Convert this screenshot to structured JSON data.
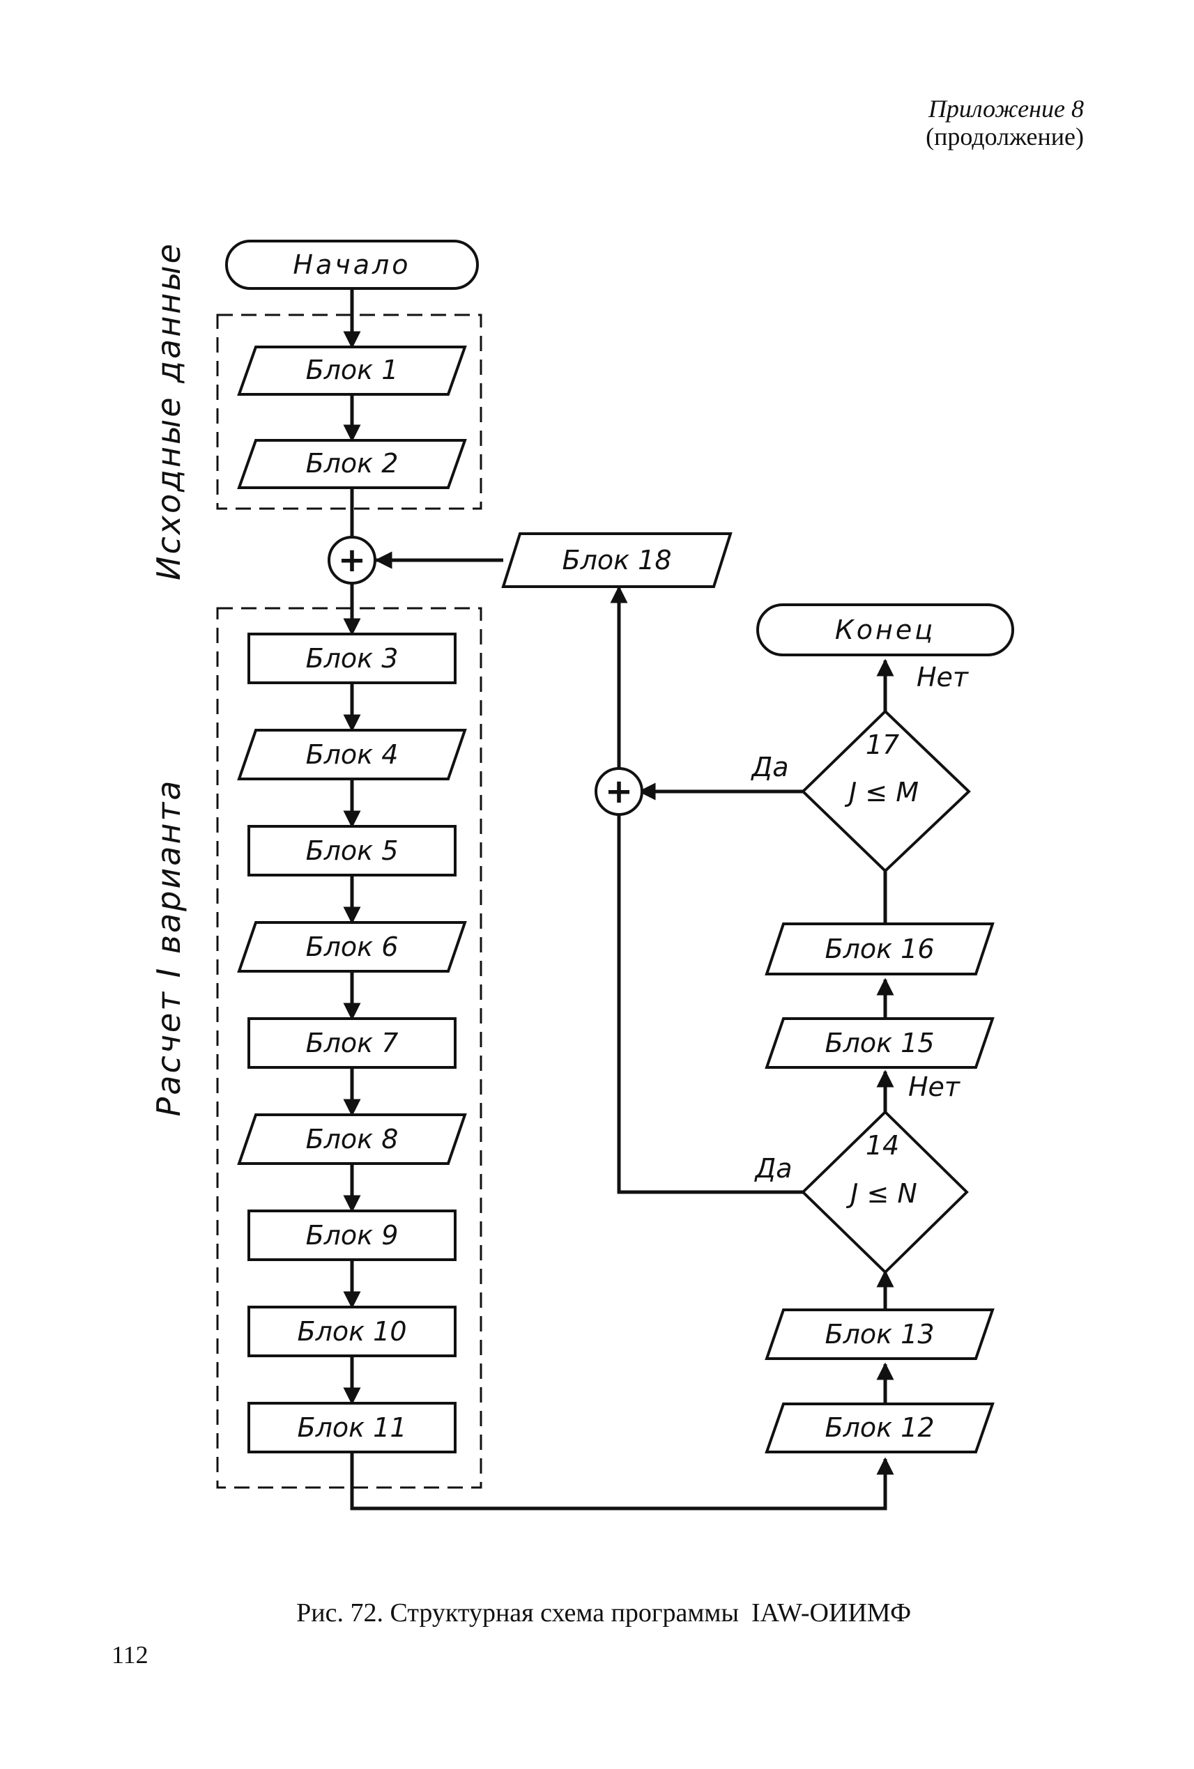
{
  "header": {
    "appendix": "Приложение 8",
    "continued": "(продолжение)"
  },
  "groups": {
    "input_data": "Исходные данные",
    "calc_variant": "Расчет I варианта"
  },
  "terminals": {
    "start": "Начало",
    "end": "Конец"
  },
  "blocks": [
    "Блок 1",
    "Блок 2",
    "Блок 3",
    "Блок 4",
    "Блок 5",
    "Блок 6",
    "Блок 7",
    "Блок 8",
    "Блок 9",
    "Блок 10",
    "Блок 11",
    "Блок 12",
    "Блок 13",
    "Блок 15",
    "Блок 16",
    "Блок 18"
  ],
  "decisions": {
    "d14": {
      "number": "14",
      "condition": "J ≤ N",
      "yes": "Да",
      "no": "Нет"
    },
    "d17": {
      "number": "17",
      "condition": "J ≤ M",
      "yes": "Да",
      "no": "Нет"
    }
  },
  "junction_symbol": "+",
  "caption": {
    "figure": "Рис. 72. Структурная схема программы",
    "program": "IAW-ОИИМФ"
  },
  "page_number": "112"
}
